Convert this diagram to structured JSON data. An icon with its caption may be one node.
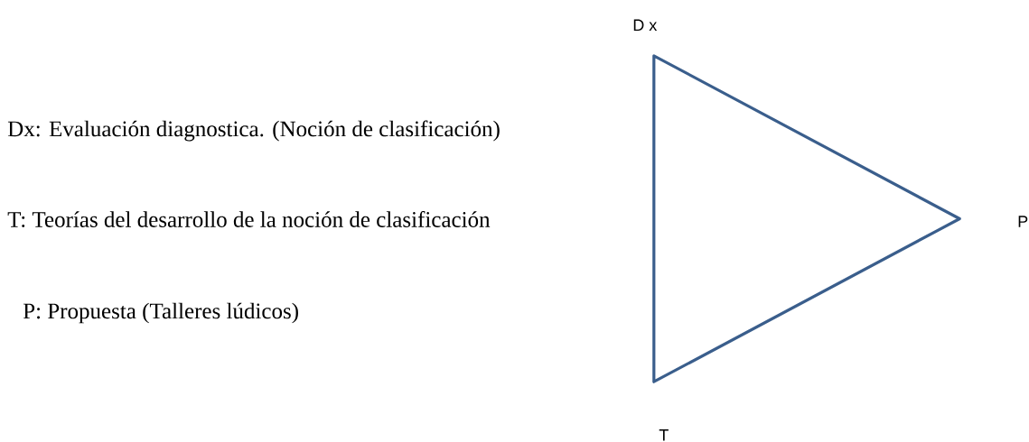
{
  "diagram": {
    "nodes": [
      {
        "text": [],
        "shape": "triangle",
        "beside": [
          "D x",
          "P",
          "T"
        ]
      }
    ],
    "labels": [
      "Dx: Evaluación diagnostica. (Noción de clasificación)",
      "T: Teorías del desarrollo de la noción de clasificación",
      "P: Propuesta (Talleres lúdicos)"
    ]
  }
}
